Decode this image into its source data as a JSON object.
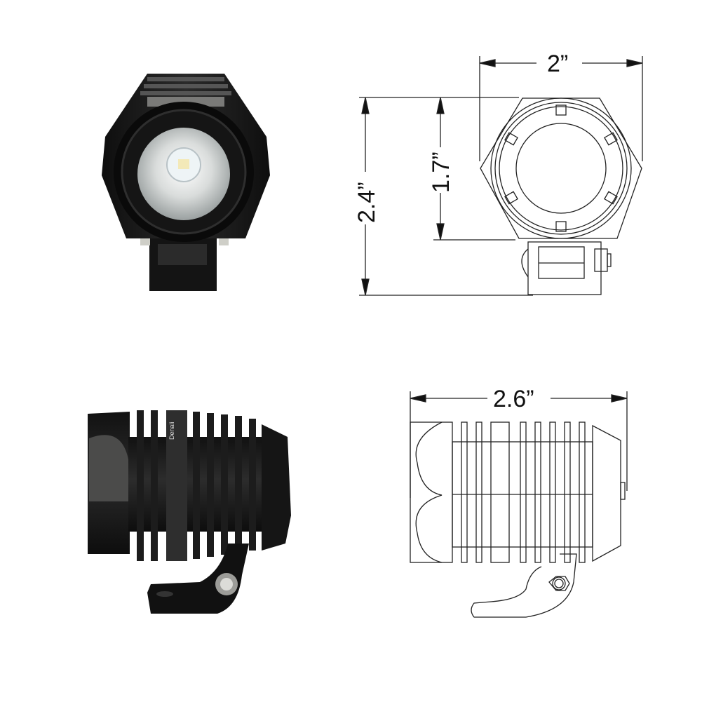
{
  "figure": {
    "subject": "Compact LED auxiliary light — dimensional drawing",
    "views": {
      "front_photo": {
        "label": "front view photo",
        "brand_mark": ""
      },
      "front_drawing": {
        "label": "front view line drawing",
        "dimensions": {
          "width": "2”",
          "lens_height": "1.7”",
          "overall_height": "2.4”"
        }
      },
      "side_photo": {
        "label": "side view photo",
        "brand_mark": "Denali"
      },
      "side_drawing": {
        "label": "side view line drawing",
        "dimensions": {
          "length": "2.6”"
        }
      }
    },
    "colors": {
      "background": "#ffffff",
      "line": "#222222",
      "housing": "#1a1a1a",
      "housing_highlight": "#4a4a4a",
      "lens": "#e8ecea",
      "led": "#f0ead0"
    }
  }
}
